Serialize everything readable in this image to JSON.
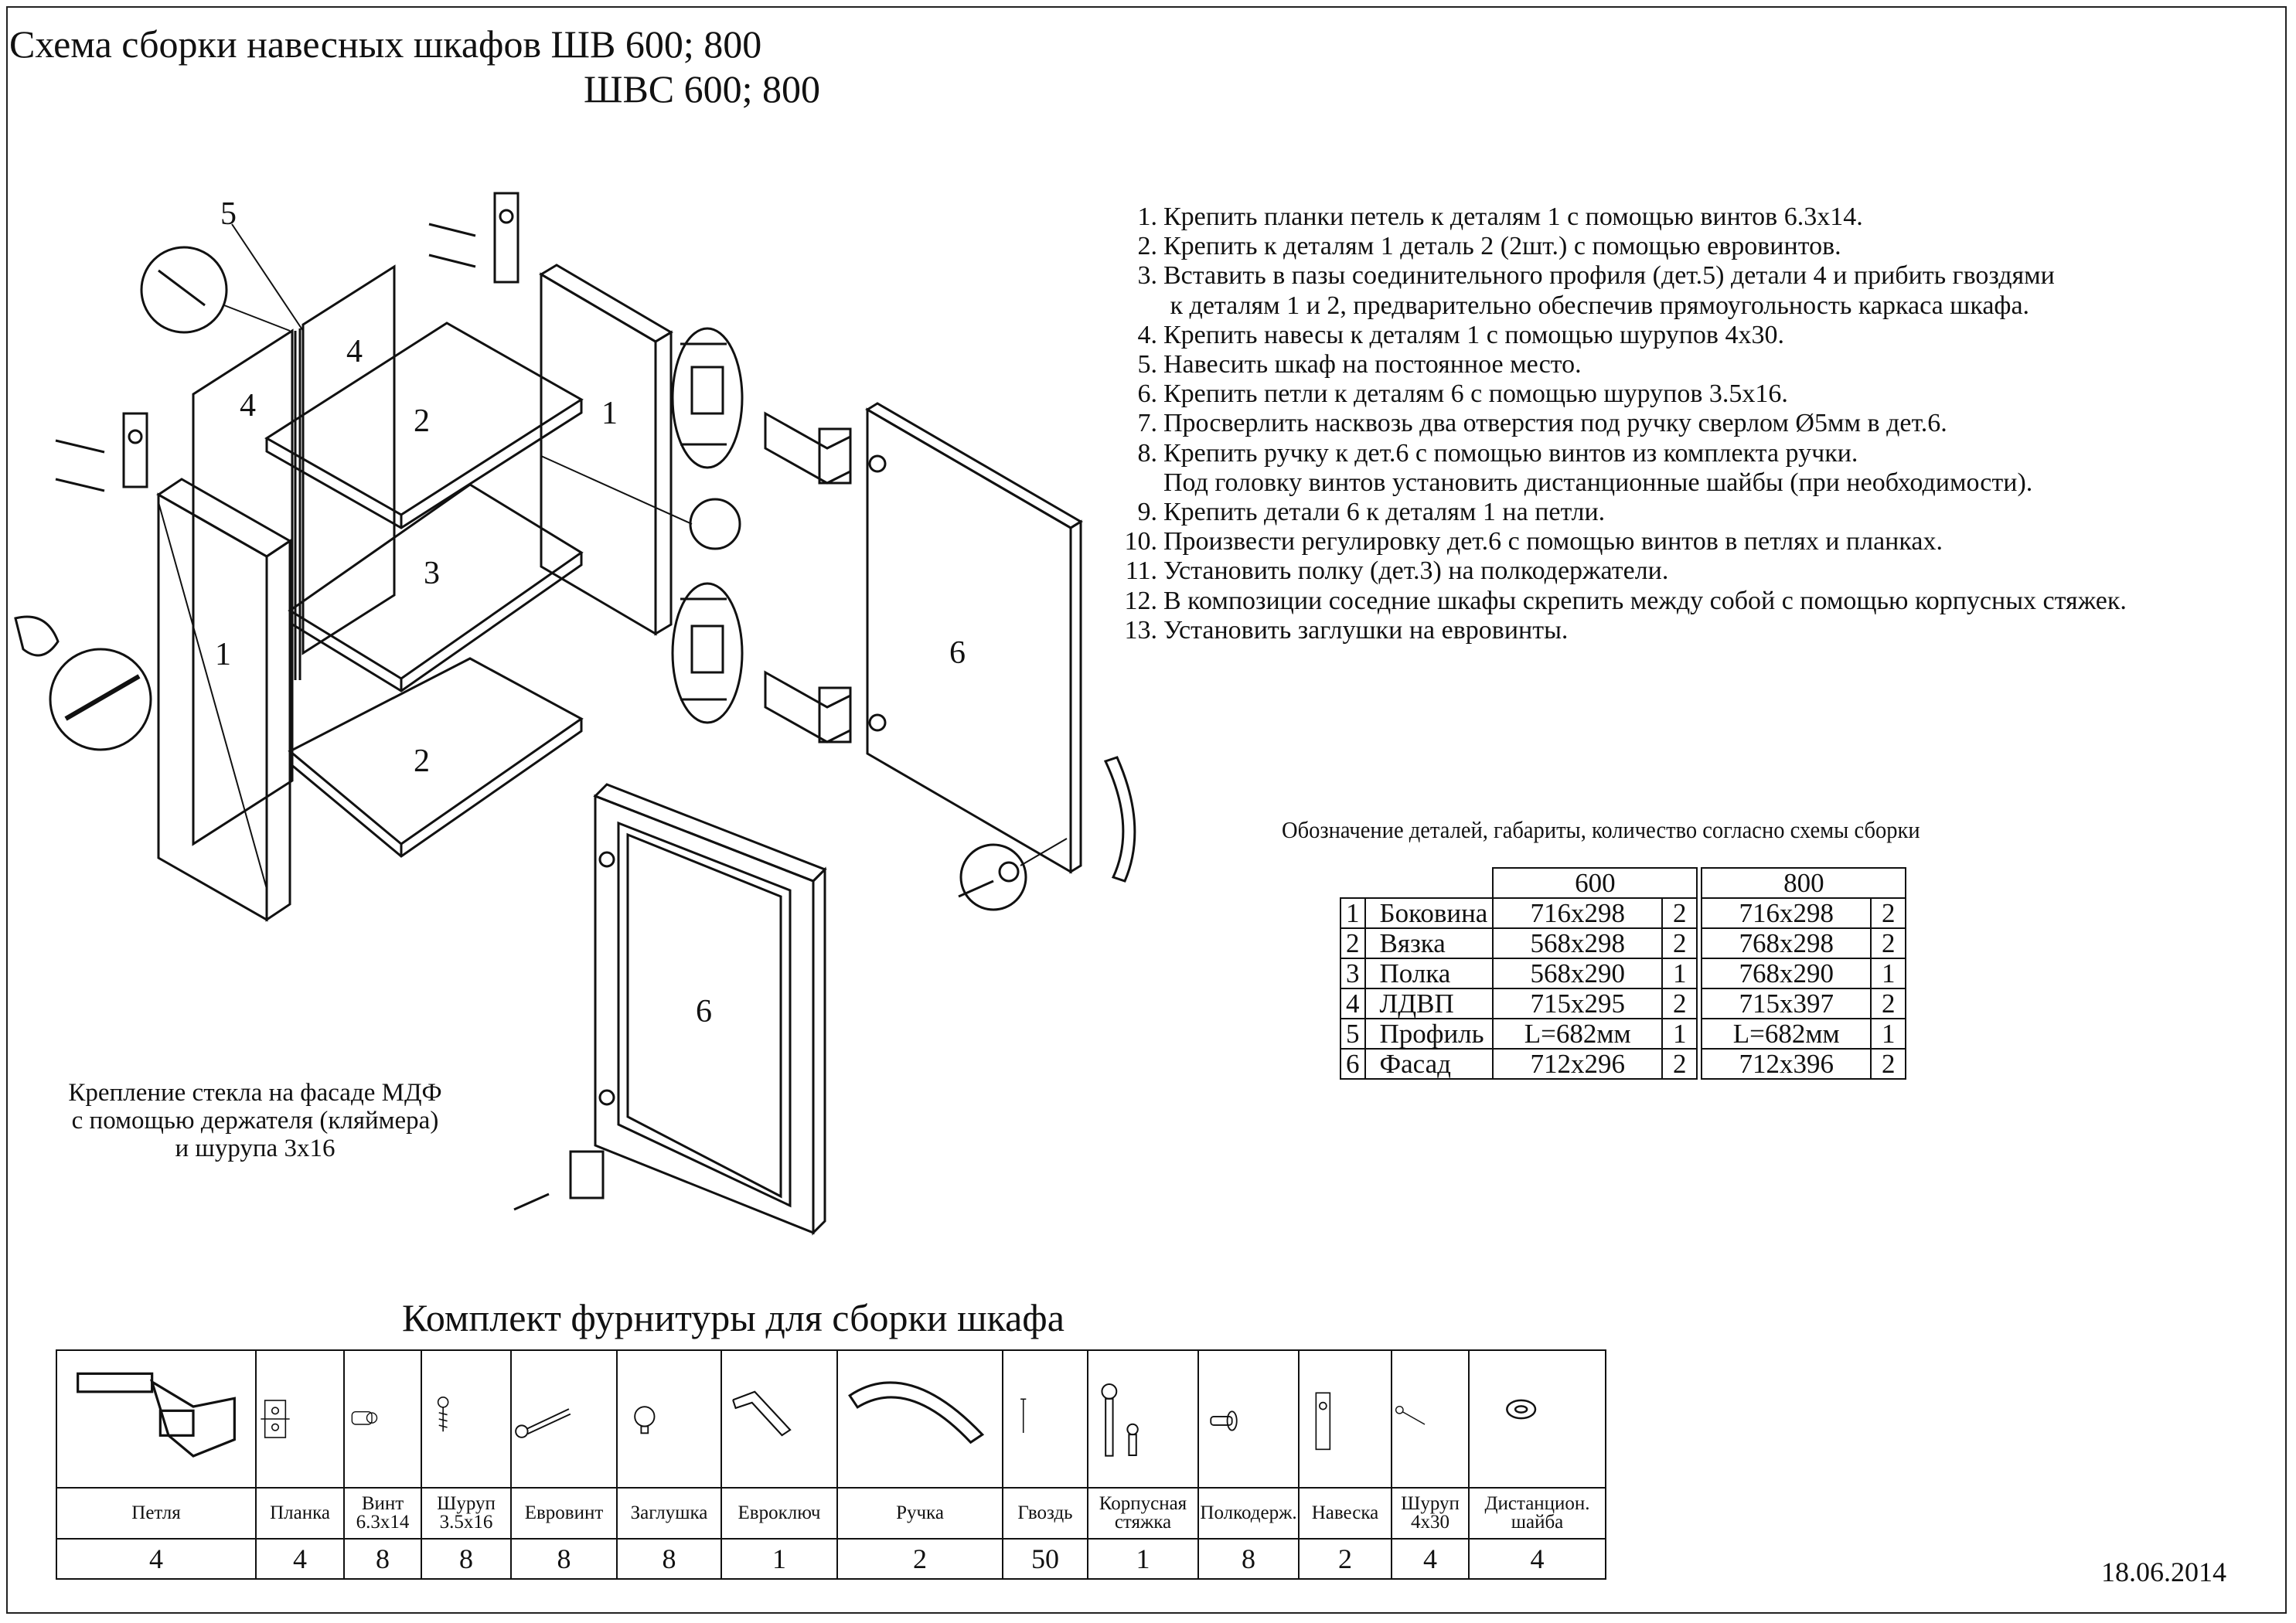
{
  "title": {
    "line1": "Схема сборки навесных шкафов ШВ 600; 800",
    "line2": "ШВС 600; 800"
  },
  "instructions": [
    {
      "num": "1.",
      "text": "Крепить планки петель к деталям 1 с помощью винтов 6.3х14."
    },
    {
      "num": "2.",
      "text": "Крепить к деталям 1 деталь 2 (2шт.) с помощью евровинтов."
    },
    {
      "num": "3.",
      "text": "Вставить в пазы соединительного профиля (дет.5) детали 4 и прибить гвоздями"
    },
    {
      "num": "",
      "text": " к деталям 1 и 2, предварительно обеспечив прямоугольность каркаса шкафа."
    },
    {
      "num": "4.",
      "text": "Крепить навесы к деталям 1 с помощью шурупов 4х30."
    },
    {
      "num": "5.",
      "text": "Навесить шкаф на постоянное место."
    },
    {
      "num": "6.",
      "text": "Крепить петли к деталям 6 с помощью шурупов 3.5х16."
    },
    {
      "num": "7.",
      "text": "Просверлить насквозь два отверстия под ручку сверлом Ø5мм в дет.6."
    },
    {
      "num": "8.",
      "text": "Крепить ручку к дет.6 с помощью винтов из комплекта ручки."
    },
    {
      "num": "",
      "text": "Под головку винтов установить дистанционные шайбы (при необходимости)."
    },
    {
      "num": "9.",
      "text": "Крепить детали 6 к деталям 1 на петли."
    },
    {
      "num": "10.",
      "text": "Произвести регулировку дет.6 с помощью винтов в петлях и планках."
    },
    {
      "num": "11.",
      "text": "Установить полку (дет.3) на полкодержатели."
    },
    {
      "num": "12.",
      "text": "В композиции соседние шкафы скрепить между собой с помощью корпусных стяжек."
    },
    {
      "num": "13.",
      "text": "Установить заглушки на евровинты."
    }
  ],
  "diagram_labels": {
    "p5": "5",
    "p4a": "4",
    "p4b": "4",
    "p2a": "2",
    "p1a": "1",
    "p3": "3",
    "p1b": "1",
    "p2b": "2",
    "p6a": "6",
    "p6b": "6"
  },
  "glass_note": [
    "Крепление стекла на фасаде МДФ",
    "с помощью держателя (кляймера)",
    "и шурупа 3х16"
  ],
  "parts_table": {
    "title": "Обозначение деталей, габариты, количество согласно схемы сборки",
    "col_600": "600",
    "col_800": "800",
    "rows": [
      {
        "n": "1",
        "name": "Боковина",
        "d600": "716х298",
        "q600": "2",
        "d800": "716х298",
        "q800": "2"
      },
      {
        "n": "2",
        "name": "Вязка",
        "d600": "568х298",
        "q600": "2",
        "d800": "768х298",
        "q800": "2"
      },
      {
        "n": "3",
        "name": "Полка",
        "d600": "568х290",
        "q600": "1",
        "d800": "768х290",
        "q800": "1"
      },
      {
        "n": "4",
        "name": "ЛДВП",
        "d600": "715х295",
        "q600": "2",
        "d800": "715х397",
        "q800": "2"
      },
      {
        "n": "5",
        "name": "Профиль",
        "d600": "L=682мм",
        "q600": "1",
        "d800": "L=682мм",
        "q800": "1"
      },
      {
        "n": "6",
        "name": "Фасад",
        "d600": "712х296",
        "q600": "2",
        "d800": "712х396",
        "q800": "2"
      }
    ]
  },
  "kit": {
    "title": "Комплект фурнитуры для сборки шкафа",
    "items": [
      {
        "label1": "Петля",
        "label2": "",
        "qty": "4",
        "icon": "hinge-icon"
      },
      {
        "label1": "Планка",
        "label2": "",
        "qty": "4",
        "icon": "mounting-plate-icon"
      },
      {
        "label1": "Винт",
        "label2": "6.3х14",
        "qty": "8",
        "icon": "screw-anchor-icon"
      },
      {
        "label1": "Шуруп",
        "label2": "3.5х16",
        "qty": "8",
        "icon": "short-screw-icon"
      },
      {
        "label1": "Евровинт",
        "label2": "",
        "qty": "8",
        "icon": "euroscrew-icon"
      },
      {
        "label1": "Заглушка",
        "label2": "",
        "qty": "8",
        "icon": "cap-icon"
      },
      {
        "label1": "Евроключ",
        "label2": "",
        "qty": "1",
        "icon": "hex-key-icon"
      },
      {
        "label1": "Ручка",
        "label2": "",
        "qty": "2",
        "icon": "handle-icon"
      },
      {
        "label1": "Гвоздь",
        "label2": "",
        "qty": "50",
        "icon": "nail-icon"
      },
      {
        "label1": "Корпусная",
        "label2": "стяжка",
        "qty": "1",
        "icon": "connector-bolt-icon"
      },
      {
        "label1": "Полкодерж.",
        "label2": "",
        "qty": "8",
        "icon": "shelf-support-icon"
      },
      {
        "label1": "Навеска",
        "label2": "",
        "qty": "2",
        "icon": "hanger-icon"
      },
      {
        "label1": "Шуруп",
        "label2": "4х30",
        "qty": "4",
        "icon": "long-screw-icon"
      },
      {
        "label1": "Дистанцион.",
        "label2": "шайба",
        "qty": "4",
        "icon": "spacer-washer-icon"
      }
    ]
  },
  "date": "18.06.2014",
  "colors": {
    "line": "#111111",
    "background": "#ffffff"
  }
}
